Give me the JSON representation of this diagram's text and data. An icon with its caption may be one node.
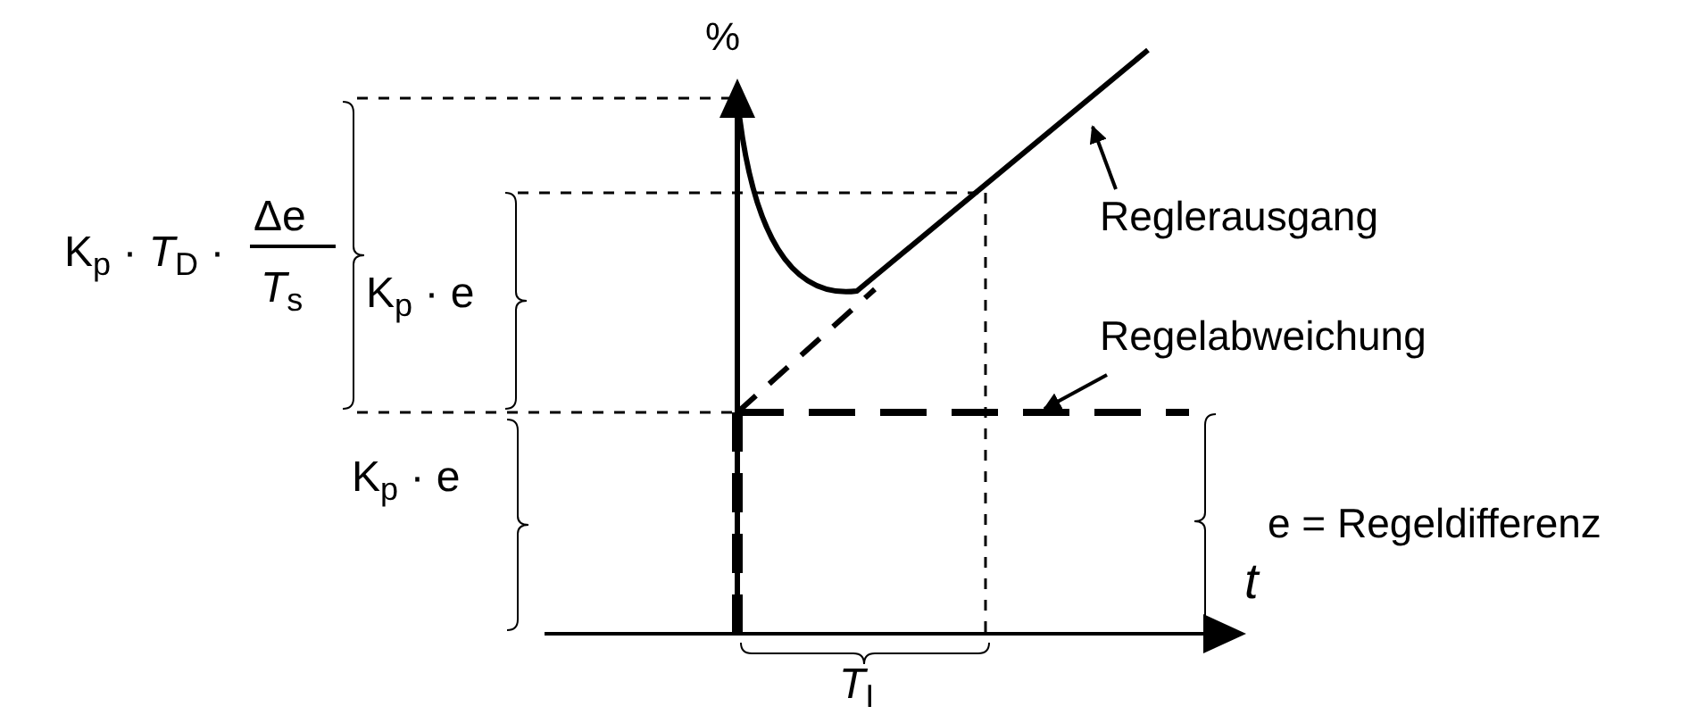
{
  "diagram": {
    "nodes": [
      {
        "text": [
          "Reglerausgang"
        ]
      },
      {
        "text": [],
        "shape": "curve"
      },
      {
        "text": [
          "Regelabweichung"
        ]
      },
      {
        "text": [],
        "shape": "line"
      }
    ],
    "edges": [
      {
        "from": 0,
        "to": 1,
        "arrow": "to"
      },
      {
        "from": 2,
        "to": 3,
        "arrow": "to"
      }
    ],
    "labels": [
      "%",
      "K$_{p}$ · *T*$_{D}$ ·",
      "Δe",
      "*T*$_{s}$",
      "K$_{p}$ · e",
      "K$_{p}$ · e",
      "e = Regeldifferenz",
      "t",
      "*T*$_{I}$"
    ]
  }
}
